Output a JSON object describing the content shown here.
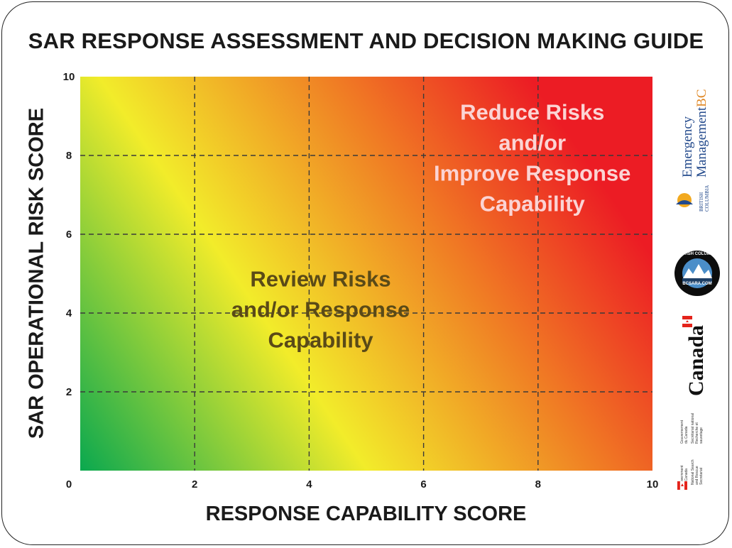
{
  "title": "SAR RESPONSE ASSESSMENT AND DECISION MAKING GUIDE",
  "chart_data": {
    "type": "heatmap",
    "title": "SAR RESPONSE ASSESSMENT AND DECISION MAKING GUIDE",
    "xlabel": "RESPONSE CAPABILITY SCORE",
    "ylabel": "SAR OPERATIONAL RISK SCORE",
    "xlim": [
      0,
      10
    ],
    "ylim": [
      0,
      10
    ],
    "x_ticks": [
      0,
      2,
      4,
      6,
      8,
      10
    ],
    "y_ticks": [
      2,
      4,
      6,
      8,
      10
    ],
    "grid": true,
    "gradient_colors": [
      "#0aa84f",
      "#f2ec2a",
      "#f07a24",
      "#ec1c24"
    ],
    "zones": [
      {
        "label_lines": [
          "Review Risks",
          "and/or Response",
          "Capability"
        ],
        "x": 4.2,
        "y": 4.1,
        "color": "#5a4a17"
      },
      {
        "label_lines": [
          "Reduce Risks",
          "and/or",
          "Improve Response",
          "Capability"
        ],
        "x": 7.9,
        "y": 7.95,
        "color": "#fbd4d4"
      }
    ]
  },
  "logos": {
    "emergency_management": "Emergency ManagementBC",
    "british_columbia": "BRITISH COLUMBIA",
    "bcsara_ring": "BRITISH COLUMBIA · SEARCH AND RESCUE ASSOCIATION",
    "bcsara_url": "BCSARA.COM",
    "canada_wordmark": "Canada",
    "nss_fr": "Gouvernement du Canada · Secrétariat national Recherche et sauvetage",
    "nss_en": "Government of Canada · National Search and Rescue Secretariat"
  }
}
